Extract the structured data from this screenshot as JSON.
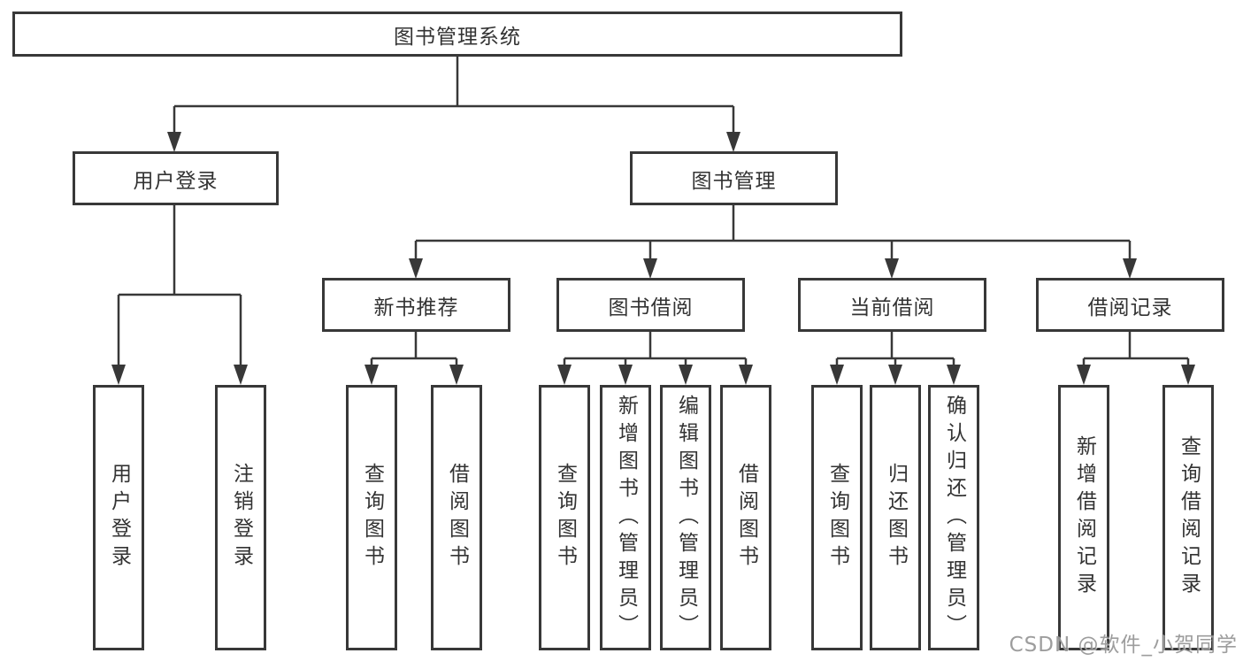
{
  "tree": {
    "root": {
      "label": "图书管理系统",
      "children": [
        {
          "label": "用户登录",
          "children": [
            {
              "label": "用户登录"
            },
            {
              "label": "注销登录"
            }
          ]
        },
        {
          "label": "图书管理",
          "children": [
            {
              "label": "新书推荐",
              "children": [
                {
                  "label": "查询图书"
                },
                {
                  "label": "借阅图书"
                }
              ]
            },
            {
              "label": "图书借阅",
              "children": [
                {
                  "label": "查询图书"
                },
                {
                  "label": "新增图书（管理员）"
                },
                {
                  "label": "编辑图书（管理员）"
                },
                {
                  "label": "借阅图书"
                }
              ]
            },
            {
              "label": "当前借阅",
              "children": [
                {
                  "label": "查询图书"
                },
                {
                  "label": "归还图书"
                },
                {
                  "label": "确认归还（管理员）"
                }
              ]
            },
            {
              "label": "借阅记录",
              "children": [
                {
                  "label": "新增借阅记录"
                },
                {
                  "label": "查询借阅记录"
                }
              ]
            }
          ]
        }
      ]
    }
  },
  "watermark": {
    "text": "CSDN @软件_小贺同学"
  },
  "colors": {
    "line": "#383838",
    "text": "#333333",
    "watermark": "#8c8c8c",
    "background": "#ffffff"
  }
}
